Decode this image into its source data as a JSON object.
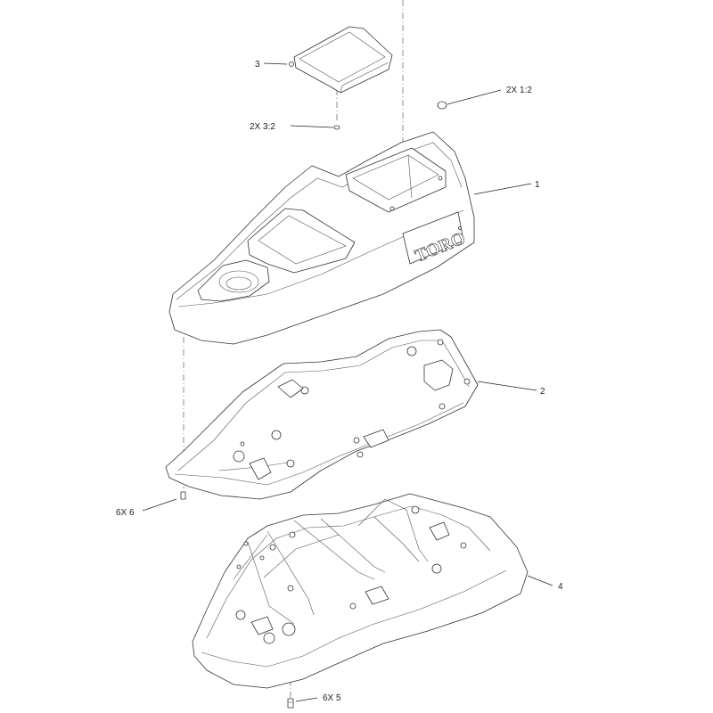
{
  "diagram": {
    "callouts": [
      {
        "id": "c3",
        "label": "3"
      },
      {
        "id": "c2x12",
        "label": "2X 1:2"
      },
      {
        "id": "c2x32",
        "label": "2X 3:2"
      },
      {
        "id": "c1",
        "label": "1"
      },
      {
        "id": "c2",
        "label": "2"
      },
      {
        "id": "c6x6",
        "label": "6X 6"
      },
      {
        "id": "c4",
        "label": "4"
      },
      {
        "id": "c6x5",
        "label": "6X 5"
      }
    ],
    "logo_text": "TORO"
  }
}
